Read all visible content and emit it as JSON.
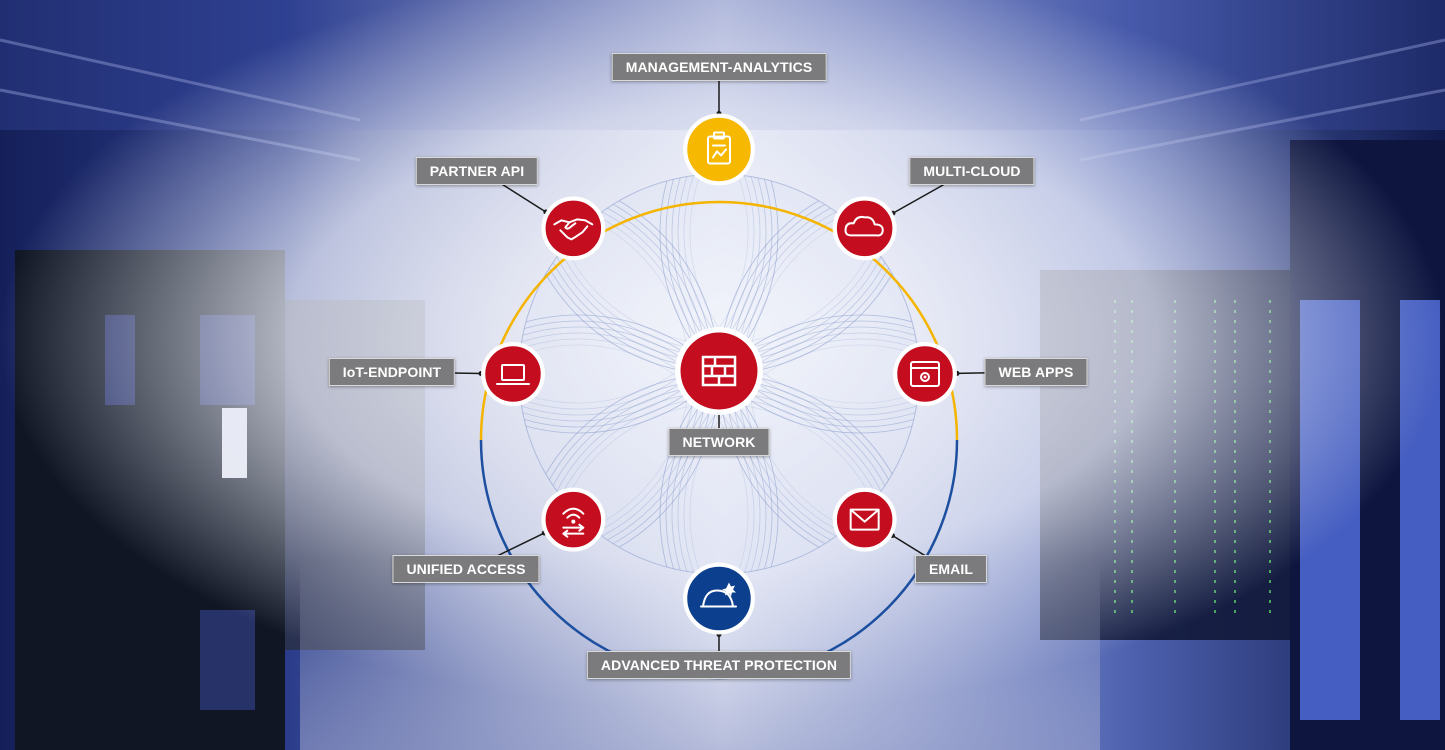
{
  "colors": {
    "red": "#c40d1e",
    "yellow": "#f6b800",
    "blue": "#0d3f8f",
    "label_bg": "#7b7b7d",
    "ring_yellow": "#f4b400",
    "ring_blue": "#1c4fa0"
  },
  "diagram": {
    "center": {
      "label": "NETWORK",
      "icon": "firewall-icon"
    },
    "nodes": [
      {
        "id": "management-analytics",
        "label": "MANAGEMENT-ANALYTICS",
        "icon": "clipboard-icon",
        "color": "yellow"
      },
      {
        "id": "multi-cloud",
        "label": "MULTI-CLOUD",
        "icon": "cloud-icon",
        "color": "red"
      },
      {
        "id": "web-apps",
        "label": "WEB APPS",
        "icon": "browser-gear-icon",
        "color": "red"
      },
      {
        "id": "email",
        "label": "EMAIL",
        "icon": "envelope-icon",
        "color": "red"
      },
      {
        "id": "advanced-threat-protection",
        "label": "ADVANCED THREAT PROTECTION",
        "icon": "sandbox-icon",
        "color": "blue"
      },
      {
        "id": "unified-access",
        "label": "UNIFIED ACCESS",
        "icon": "wifi-switch-icon",
        "color": "red"
      },
      {
        "id": "iot-endpoint",
        "label": "IoT-ENDPOINT",
        "icon": "laptop-icon",
        "color": "red"
      },
      {
        "id": "partner-api",
        "label": "PARTNER API",
        "icon": "handshake-icon",
        "color": "red"
      }
    ]
  }
}
